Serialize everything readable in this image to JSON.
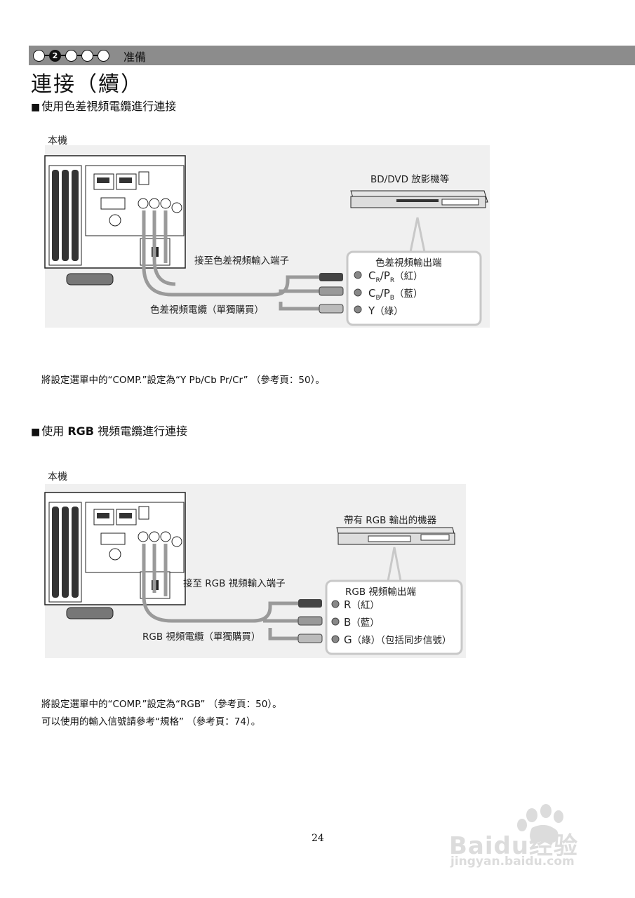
{
  "header": {
    "steps": [
      "",
      "2",
      "",
      "",
      ""
    ],
    "active_step": 2,
    "title": "准備"
  },
  "page_title": "連接（續）",
  "section1": {
    "heading_marker": "■",
    "heading": "使用色差視頻電纜進行連接",
    "unit_label": "本機",
    "device_label": "BD/DVD 放影機等",
    "input_callout": "接至色差視頻輸入端子",
    "output_box_title": "色差視頻輸出端",
    "ports": [
      {
        "main": "C",
        "sub": "R",
        "sep": "/",
        "main2": "P",
        "sub2": "R",
        "note": "（紅）"
      },
      {
        "main": "C",
        "sub": "B",
        "sep": "/",
        "main2": "P",
        "sub2": "B",
        "note": "（藍）"
      },
      {
        "main": "Y",
        "sub": "",
        "sep": "",
        "main2": "",
        "sub2": "",
        "note": "（綠）"
      }
    ],
    "cable_label": "色差視頻電纜（單獨購買）",
    "note": "將設定選單中的“COMP.”設定為“Y Pb/Cb Pr/Cr” （參考頁：50）。"
  },
  "section2": {
    "heading_marker": "■",
    "heading_prefix": "使用",
    "heading_bold": "RGB",
    "heading_suffix": "視頻電纜進行連接",
    "unit_label": "本機",
    "device_label": "帶有 RGB 輸出的機器",
    "input_callout": "接至 RGB 視頻輸入端子",
    "output_box_title": "RGB 視頻輸出端",
    "ports": [
      {
        "main": "R",
        "note": "（紅）"
      },
      {
        "main": "B",
        "note": "（藍）"
      },
      {
        "main": "G",
        "note": "（綠）（包括同步信號）"
      }
    ],
    "cable_label": "RGB 視頻電纜（單獨購買）",
    "notes": [
      "將設定選單中的“COMP.”設定為“RGB” （參考頁：50）。",
      "可以使用的輸入信號請參考“規格” （參考頁：74）。"
    ]
  },
  "page_number": "24",
  "watermark": {
    "brand": "Baidu经验",
    "url": "jingyan.baidu.com"
  },
  "colors": {
    "header_bar": "#8c8c8c",
    "cable": "#9a9a9a",
    "box_border": "#c8c8c8",
    "figure_bg": "#f0f0f0"
  }
}
